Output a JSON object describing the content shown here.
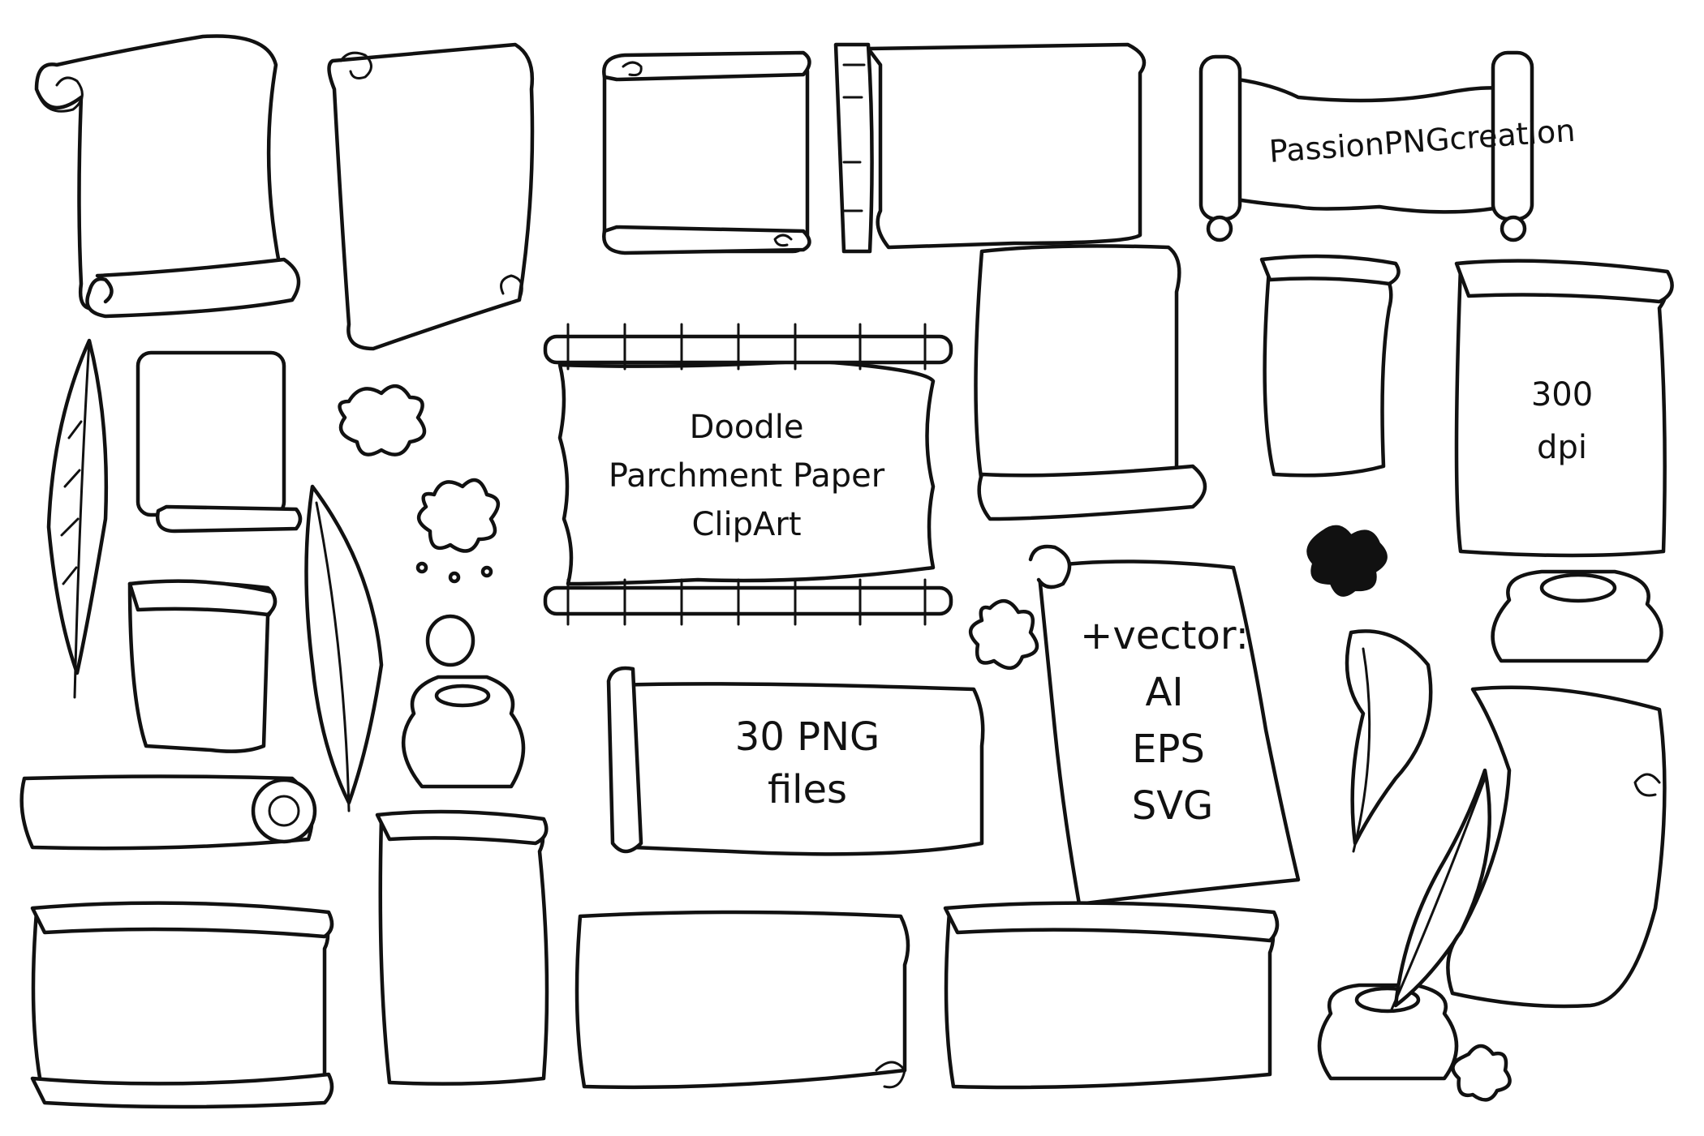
{
  "title": {
    "line1": "Doodle",
    "line2": "Parchment Paper",
    "line3": "ClipArt"
  },
  "brand": "PassionPNGcreation",
  "resolution": {
    "line1": "300",
    "line2": "dpi"
  },
  "png_info": {
    "line1": "30 PNG",
    "line2": "files"
  },
  "vector_info": {
    "line1": "+vector:",
    "line2": "AI",
    "line3": "EPS",
    "line4": "SVG"
  },
  "colors": {
    "ink": "#111111",
    "paper": "#ffffff",
    "background": "#ffffff"
  }
}
